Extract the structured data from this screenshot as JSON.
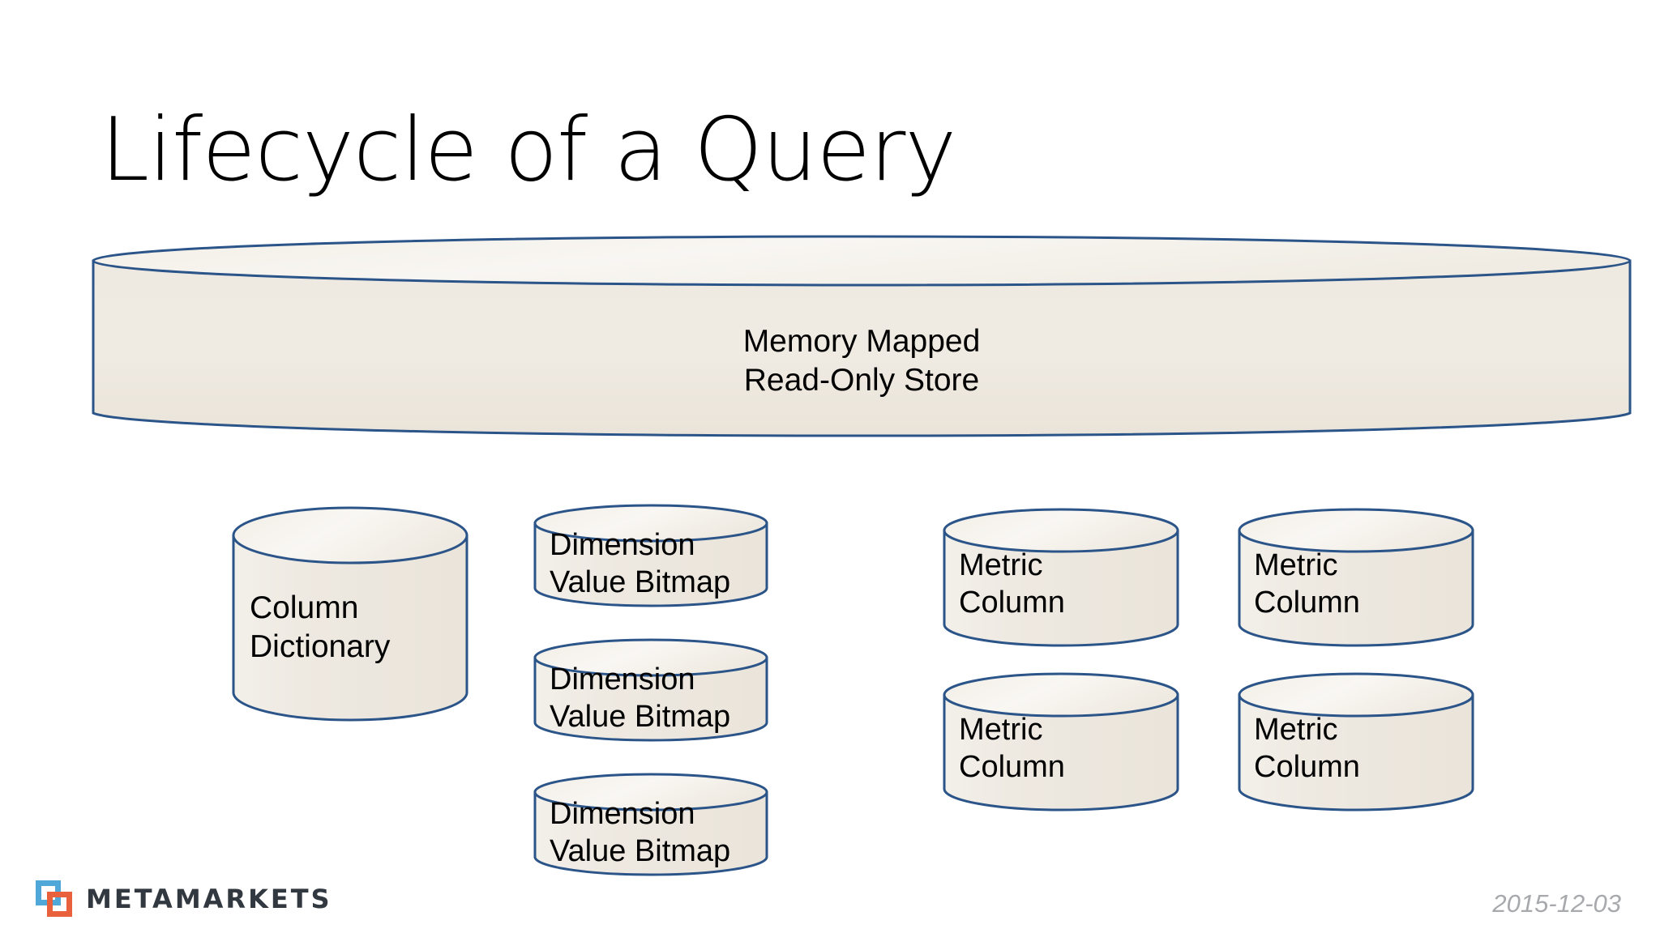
{
  "slide": {
    "title": "Lifecycle of a Query",
    "date": "2015-12-03"
  },
  "brand": {
    "name": "METAMARKETS",
    "mark_icon": "overlapping-squares-icon",
    "colors": {
      "blue": "#4FA8D8",
      "orange": "#E8603C",
      "wordmark": "#323840"
    }
  },
  "diagram": {
    "type": "storage-architecture",
    "store": {
      "label": "Memory Mapped\nRead-Only Store",
      "shape": "cylinder"
    },
    "column_dictionary": {
      "label": "Column\nDictionary",
      "shape": "cylinder"
    },
    "dimension_bitmaps": [
      {
        "label": "Dimension\nValue Bitmap",
        "shape": "cylinder"
      },
      {
        "label": "Dimension\nValue Bitmap",
        "shape": "cylinder"
      },
      {
        "label": "Dimension\nValue Bitmap",
        "shape": "cylinder"
      }
    ],
    "metric_columns": [
      {
        "label": "Metric\nColumn",
        "shape": "cylinder"
      },
      {
        "label": "Metric\nColumn",
        "shape": "cylinder"
      },
      {
        "label": "Metric\nColumn",
        "shape": "cylinder"
      },
      {
        "label": "Metric\nColumn",
        "shape": "cylinder"
      }
    ],
    "colors": {
      "stroke": "#2B5489",
      "body_fill": "#EDE8DF",
      "top_fill": "#F6F3ED",
      "background": "#FFFFFF"
    }
  }
}
